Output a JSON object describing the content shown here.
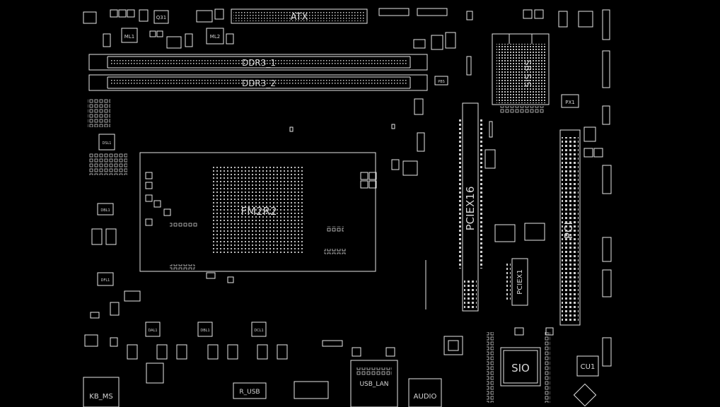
{
  "board": {
    "background": "#000000",
    "stroke_color": "#e6e6e6",
    "labels": {
      "atx": "ATX",
      "ddr3_1": "DDR3_1",
      "ddr3_2": "DDR3_2",
      "cpu_socket": "FM2R2",
      "chipset": "SB SIS",
      "pcie_x16": "PCIEX16",
      "pcie_x1": "PCIEX1",
      "pci": "PCI",
      "sio": "SIO",
      "usb_lan": "USB_LAN",
      "audio": "AUDIO",
      "kb_ms": "KB_MS",
      "r_usb": "R_USB",
      "q31": "Q31",
      "ml1": "ML1",
      "ml2": "ML2",
      "dsl1": "DSL1",
      "dbl1": "DBL1",
      "dfl1": "DFL1",
      "px1": "PX1",
      "cu1": "CU1",
      "dal1": "DAL1",
      "dbl1_bottom": "DBL1",
      "dcl1": "DCL1",
      "pbs": "PBS"
    }
  }
}
